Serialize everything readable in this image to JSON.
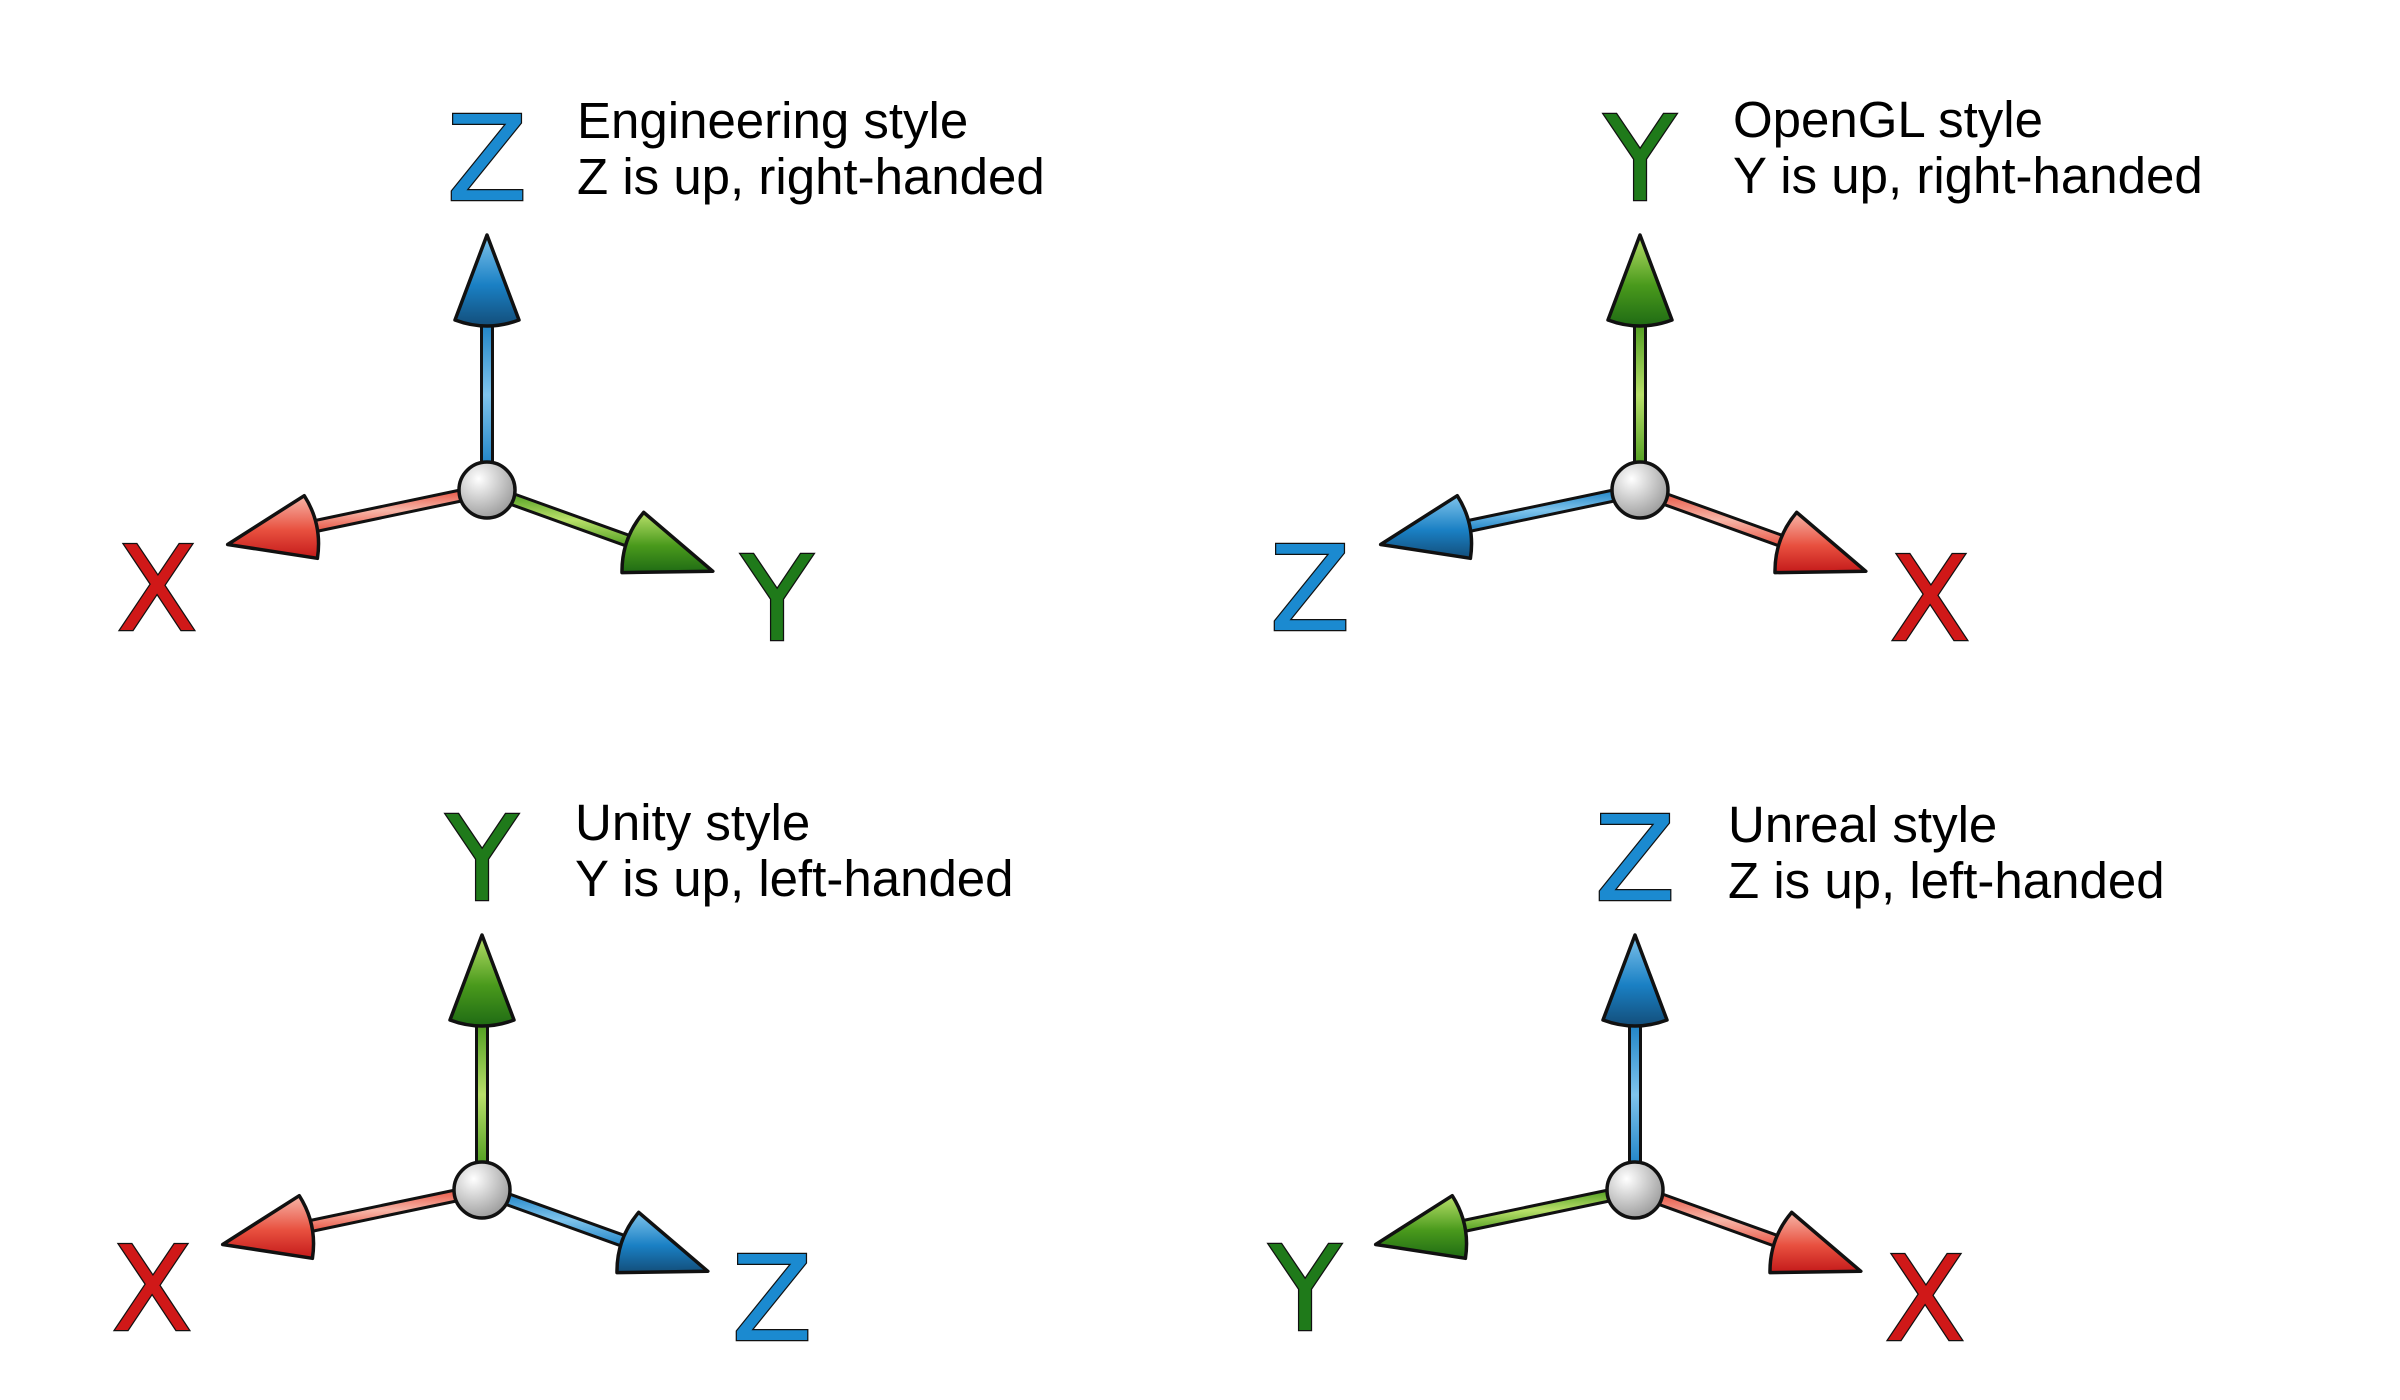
{
  "diagrams": [
    {
      "id": "engineering",
      "title": "Engineering style",
      "subtitle": "Z is up, right-handed",
      "axes": [
        {
          "label": "Z",
          "direction": "up",
          "color": "blue"
        },
        {
          "label": "X",
          "direction": "left",
          "color": "red"
        },
        {
          "label": "Y",
          "direction": "right",
          "color": "green"
        }
      ]
    },
    {
      "id": "opengl",
      "title": "OpenGL style",
      "subtitle": "Y is up, right-handed",
      "axes": [
        {
          "label": "Y",
          "direction": "up",
          "color": "green"
        },
        {
          "label": "Z",
          "direction": "left",
          "color": "blue"
        },
        {
          "label": "X",
          "direction": "right",
          "color": "red"
        }
      ]
    },
    {
      "id": "unity",
      "title": "Unity style",
      "subtitle": "Y is up, left-handed",
      "axes": [
        {
          "label": "Y",
          "direction": "up",
          "color": "green"
        },
        {
          "label": "X",
          "direction": "left",
          "color": "red"
        },
        {
          "label": "Z",
          "direction": "right",
          "color": "blue"
        }
      ]
    },
    {
      "id": "unreal",
      "title": "Unreal style",
      "subtitle": "Z is up, left-handed",
      "axes": [
        {
          "label": "Z",
          "direction": "up",
          "color": "blue"
        },
        {
          "label": "Y",
          "direction": "left",
          "color": "green"
        },
        {
          "label": "X",
          "direction": "right",
          "color": "red"
        }
      ]
    }
  ],
  "colors": {
    "red": {
      "light": "#f7b6a8",
      "mid": "#e8503f",
      "dark": "#c41a1a",
      "letter": "#d01818"
    },
    "green": {
      "light": "#b9e06a",
      "mid": "#4a9a1c",
      "dark": "#1f6b14",
      "letter": "#1f7a1a"
    },
    "blue": {
      "light": "#7fc4ec",
      "mid": "#1a80c4",
      "dark": "#134e7a",
      "letter": "#1b8ad0"
    },
    "outline": "#111111",
    "origin": "#d9d9d9"
  }
}
